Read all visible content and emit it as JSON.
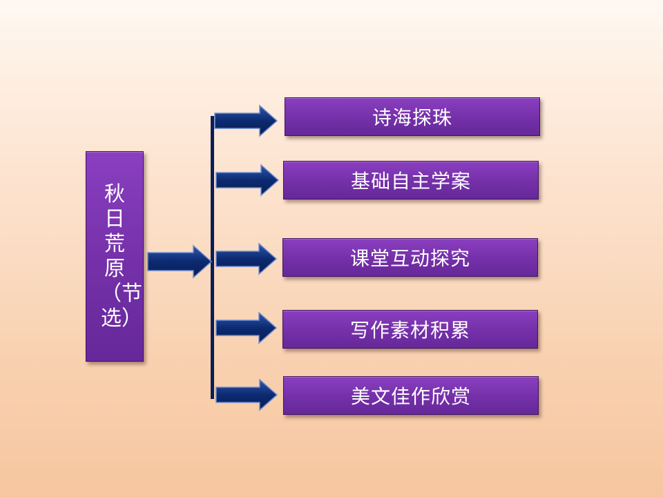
{
  "diagram": {
    "root": {
      "label": "秋日荒原（节选）"
    },
    "branches": [
      {
        "label": "诗海探珠"
      },
      {
        "label": "基础自主学案"
      },
      {
        "label": "课堂互动探究"
      },
      {
        "label": "写作素材积累"
      },
      {
        "label": "美文佳作欣赏"
      }
    ]
  },
  "colors": {
    "box_fill": "#7430a8",
    "box_text": "#ffffff",
    "arrow_fill": "#0c2a70",
    "arrow_outline": "#6a8cd0",
    "spine": "#0b1f55"
  }
}
